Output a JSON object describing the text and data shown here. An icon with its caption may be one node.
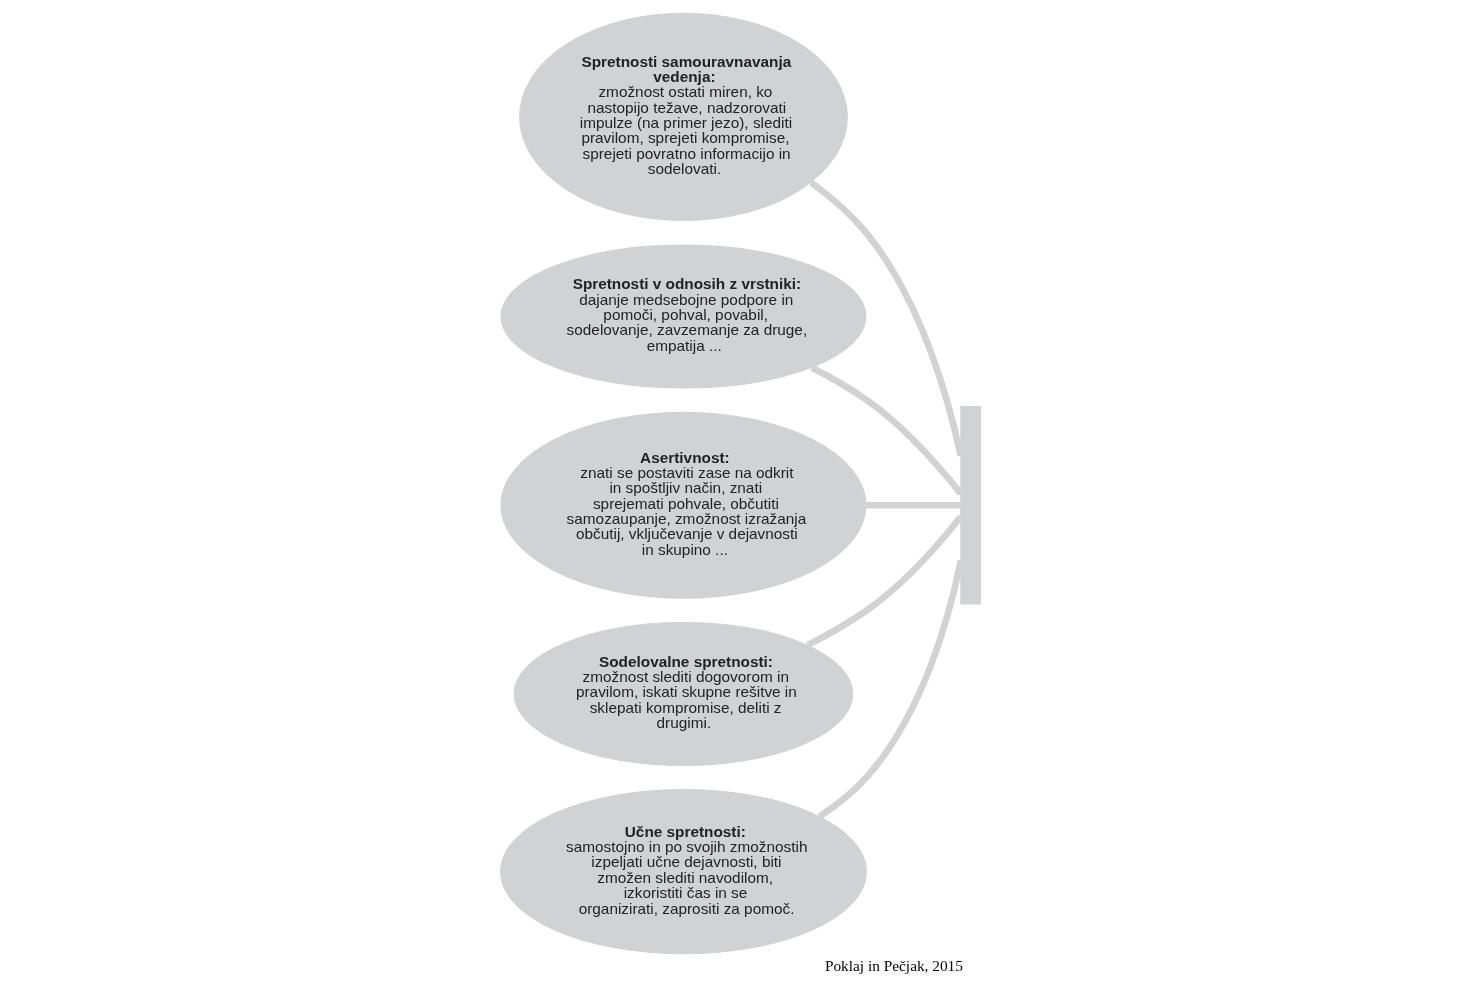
{
  "diagram": {
    "caption": "Poklaj in Pečjak, 2015",
    "nodes": [
      {
        "text": [
          "Spretnosti samouravnavanja vedenja:",
          "zmožnost ostati miren, ko nastopijo težave, nadzorovati impulze (na primer jezo), slediti pravilom, sprejeti kompromise, sprejeti povratno informacijo in sodelovati."
        ]
      },
      {
        "text": [
          "Spretnosti v odnosih z vrstniki:",
          "dajanje medsebojne podpore in pomoči, pohval, povabil, sodelovanje, zavzemanje za druge, empatija ..."
        ]
      },
      {
        "text": [
          "Asertivnost:",
          "znati se postaviti zase na odkrit in spoštljiv način, znati sprejemati pohvale, občutiti samozaupanje, zmožnost izražanja občutij, vključevanje v dejavnosti in skupino ..."
        ]
      },
      {
        "text": [
          "Sodelovalne spretnosti:",
          "zmožnost slediti dogovorom in pravilom, iskati skupne rešitve in sklepati kompromise, deliti z drugimi."
        ]
      },
      {
        "text": [
          "Učne spretnosti:",
          "samostojno in po svojih zmožnostih izpeljati učne dejavnosti, biti zmožen slediti navodilom, izkoristiti čas in se organizirati, zaprositi za pomoč."
        ]
      },
      {
        "text": [],
        "shape": "bar"
      }
    ],
    "edges": [
      {
        "from": 5,
        "to": 0,
        "arrow": "none"
      },
      {
        "from": 5,
        "to": 1,
        "arrow": "none"
      },
      {
        "from": 5,
        "to": 2,
        "arrow": "none"
      },
      {
        "from": 5,
        "to": 3,
        "arrow": "none"
      },
      {
        "from": 5,
        "to": 4,
        "arrow": "none"
      }
    ]
  }
}
